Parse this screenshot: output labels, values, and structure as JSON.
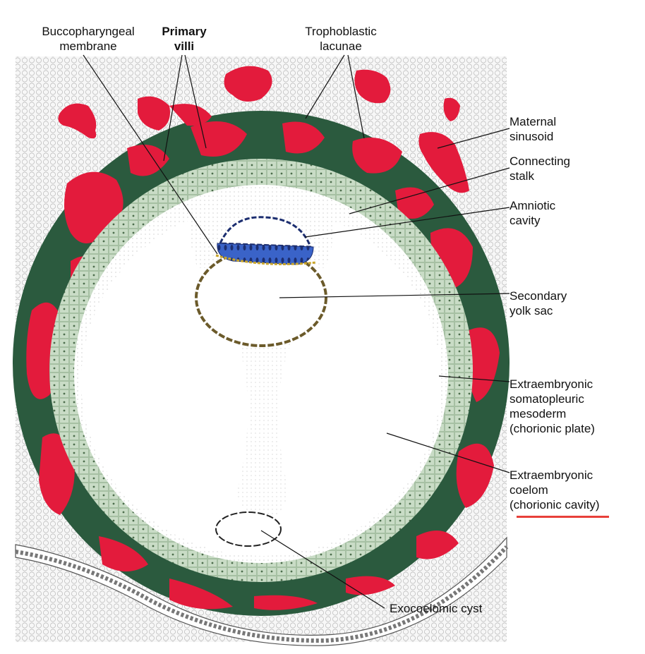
{
  "labels": {
    "buccopharyngeal": [
      "Buccopharyngeal",
      "membrane"
    ],
    "primary_villi": [
      "Primary",
      "villi"
    ],
    "trophoblastic_lacunae": [
      "Trophoblastic",
      "lacunae"
    ],
    "maternal_sinusoid": [
      "Maternal",
      "sinusoid"
    ],
    "connecting_stalk": [
      "Connecting",
      "stalk"
    ],
    "amniotic_cavity": [
      "Amniotic",
      "cavity"
    ],
    "secondary_yolk_sac": [
      "Secondary",
      "yolk sac"
    ],
    "somatopleuric_mesoderm": [
      "Extraembryonic",
      "somatopleuric",
      "mesoderm",
      "(chorionic plate)"
    ],
    "extraembryonic_coelom": [
      "Extraembryonic",
      "coelom",
      "(chorionic cavity)"
    ],
    "exocoelomic_cyst": [
      "Exocoelomic cyst"
    ]
  },
  "colors": {
    "trophoblast_dark": "#2b5a3e",
    "lacunae_red": "#e31b3c",
    "mesoderm_light": "#c9dcc6",
    "amnion_blue": "#3a63c8",
    "yolk_border": "#7a6a2a",
    "highlight_underline": "#e8403a",
    "tissue_background": "#f2f2f2"
  }
}
